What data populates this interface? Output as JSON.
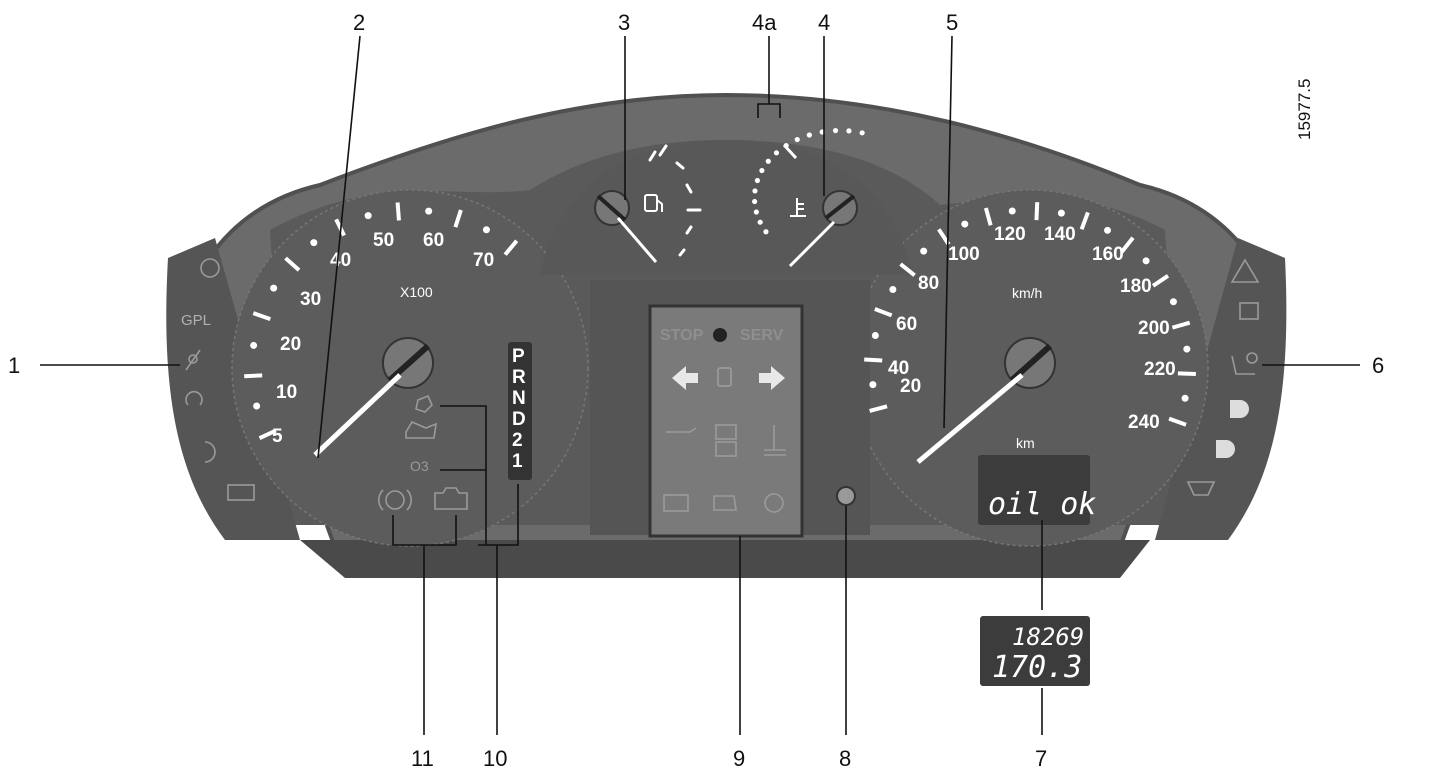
{
  "figure_id": "15977.5",
  "callouts": {
    "c1": "1",
    "c2": "2",
    "c3": "3",
    "c4a": "4a",
    "c4": "4",
    "c5": "5",
    "c6": "6",
    "c7": "7",
    "c8": "8",
    "c9": "9",
    "c10": "10",
    "c11": "11"
  },
  "tachometer": {
    "labels": [
      "5",
      "10",
      "20",
      "30",
      "40",
      "50",
      "60",
      "70"
    ],
    "unit": "X100"
  },
  "speedometer": {
    "labels": [
      "20",
      "40",
      "60",
      "80",
      "100",
      "120",
      "140",
      "160",
      "180",
      "200",
      "220",
      "240"
    ],
    "unit": "km/h",
    "odo_unit": "km"
  },
  "left_panel": {
    "gpl": "GPL"
  },
  "gear_selector": [
    "P",
    "R",
    "N",
    "D",
    "2",
    "1"
  ],
  "automatic_indicator": "O3",
  "center_display": {
    "stop": "STOP",
    "serv": "SERV"
  },
  "oil_display": "oil ok",
  "odometer": {
    "total": "18269",
    "trip": "170.3"
  },
  "colors": {
    "outer_bezel": "#6b6b6b",
    "face": "#5a5a5a",
    "panel_dark": "#4c4c4c",
    "lcd_bg": "#3c3c3c",
    "center_screen": "#7a7a7a"
  },
  "icons": [
    "brake-warning-icon",
    "seatbelt-warning-icon",
    "glow-plug-icon",
    "front-fog-icon",
    "rear-window-heater-icon",
    "fuel-pump-icon",
    "coolant-temperature-icon",
    "hazard-warning-icon",
    "door-open-icon",
    "airbag-off-icon",
    "main-beam-icon",
    "dipped-beam-icon",
    "windscreen-demist-icon",
    "overdrive-icon",
    "engine-check-icon",
    "abs-icon"
  ]
}
